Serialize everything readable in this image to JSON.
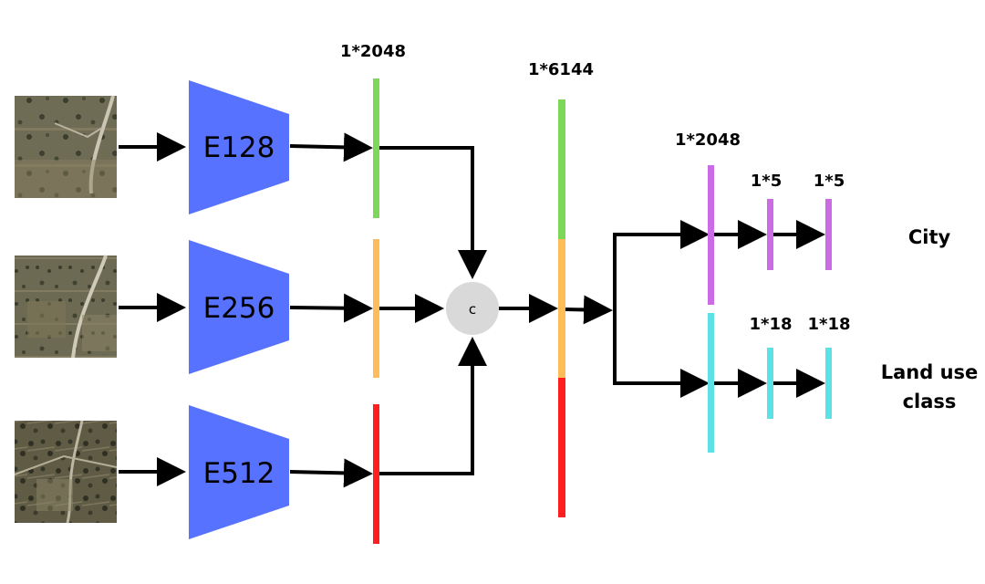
{
  "colors": {
    "encoder": "#5672ff",
    "scale_128": "#7dd85a",
    "scale_256": "#ffbd59",
    "scale_512": "#ff1f1f",
    "city_head": "#cb6ce6",
    "landuse_head": "#5ce1e6",
    "concat_node": "#d9d9d9",
    "arrow": "#000000"
  },
  "inputs": [
    {
      "name": "aerial-patch-128"
    },
    {
      "name": "aerial-patch-256"
    },
    {
      "name": "aerial-patch-512"
    }
  ],
  "encoders": [
    {
      "label": "E128"
    },
    {
      "label": "E256"
    },
    {
      "label": "E512"
    }
  ],
  "feature_label": "1*2048",
  "concat_label": "c",
  "concat_feature_label": "1*6144",
  "heads": {
    "shared_label": "1*2048",
    "city": {
      "labels": [
        "1*5",
        "1*5"
      ],
      "output": "City"
    },
    "landuse": {
      "labels": [
        "1*18",
        "1*18"
      ],
      "output_line1": "Land use",
      "output_line2": "class"
    }
  }
}
